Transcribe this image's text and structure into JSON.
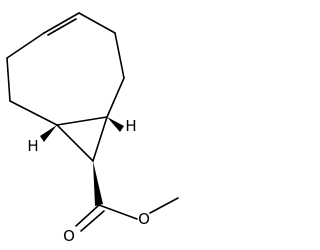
{
  "molecule": {
    "atom_labels": {
      "h_left": "H",
      "h_right": "H",
      "o_carbonyl": "O",
      "o_ester": "O"
    }
  }
}
